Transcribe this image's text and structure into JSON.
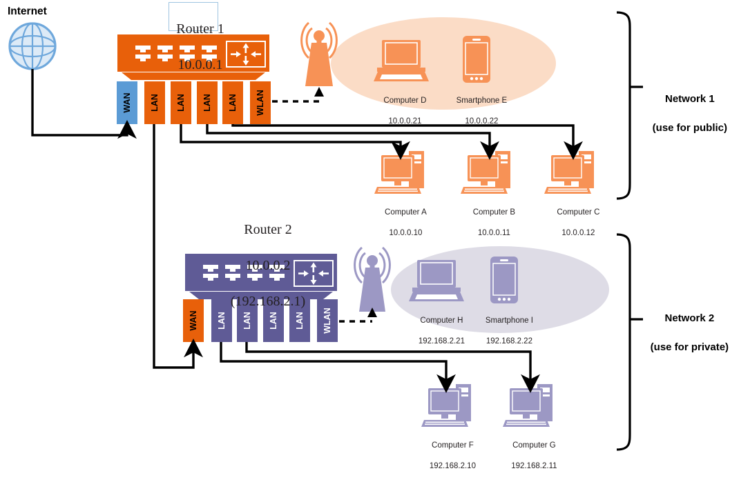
{
  "diagram": {
    "title": "Two-router network topology",
    "colors": {
      "orange": "#E8600A",
      "orange_light": "#F79256",
      "orange_pale": "#FBDCC6",
      "purple": "#5F5B96",
      "purple_light": "#9C98C4",
      "purple_pale": "#DEDCE6",
      "blue_wan": "#5B9BD5",
      "line": "#000000",
      "globe_blue": "#6FA8DC"
    }
  },
  "internet": {
    "label": "Internet",
    "icon": "globe-icon"
  },
  "router1": {
    "name": "Router 1",
    "ip": "10.0.0.1",
    "ports": [
      {
        "label": "WAN",
        "type": "wan"
      },
      {
        "label": "LAN",
        "type": "lan"
      },
      {
        "label": "LAN",
        "type": "lan"
      },
      {
        "label": "LAN",
        "type": "lan"
      },
      {
        "label": "LAN",
        "type": "lan"
      },
      {
        "label": "WLAN",
        "type": "wlan"
      }
    ]
  },
  "router2": {
    "name": "Router 2",
    "ip": "10.0.0.2",
    "ip_alt": "(192.168.2.1)",
    "ports": [
      {
        "label": "WAN",
        "type": "wan"
      },
      {
        "label": "LAN",
        "type": "lan"
      },
      {
        "label": "LAN",
        "type": "lan"
      },
      {
        "label": "LAN",
        "type": "lan"
      },
      {
        "label": "LAN",
        "type": "lan"
      },
      {
        "label": "WLAN",
        "type": "wlan"
      }
    ]
  },
  "network1": {
    "label_line1": "Network 1",
    "label_line2": "(use for public)",
    "wireless_devices": [
      {
        "name": "Computer D",
        "ip": "10.0.0.21",
        "icon": "laptop-icon"
      },
      {
        "name": "Smartphone E",
        "ip": "10.0.0.22",
        "icon": "smartphone-icon"
      }
    ],
    "wired_devices": [
      {
        "name": "Computer A",
        "ip": "10.0.0.10",
        "icon": "desktop-icon"
      },
      {
        "name": "Computer B",
        "ip": "10.0.0.11",
        "icon": "desktop-icon"
      },
      {
        "name": "Computer C",
        "ip": "10.0.0.12",
        "icon": "desktop-icon"
      }
    ]
  },
  "network2": {
    "label_line1": "Network 2",
    "label_line2": "(use for private)",
    "wireless_devices": [
      {
        "name": "Computer H",
        "ip": "192.168.2.21",
        "icon": "laptop-icon"
      },
      {
        "name": "Smartphone I",
        "ip": "192.168.2.22",
        "icon": "smartphone-icon"
      }
    ],
    "wired_devices": [
      {
        "name": "Computer F",
        "ip": "192.168.2.10",
        "icon": "desktop-icon"
      },
      {
        "name": "Computer G",
        "ip": "192.168.2.11",
        "icon": "desktop-icon"
      }
    ]
  }
}
